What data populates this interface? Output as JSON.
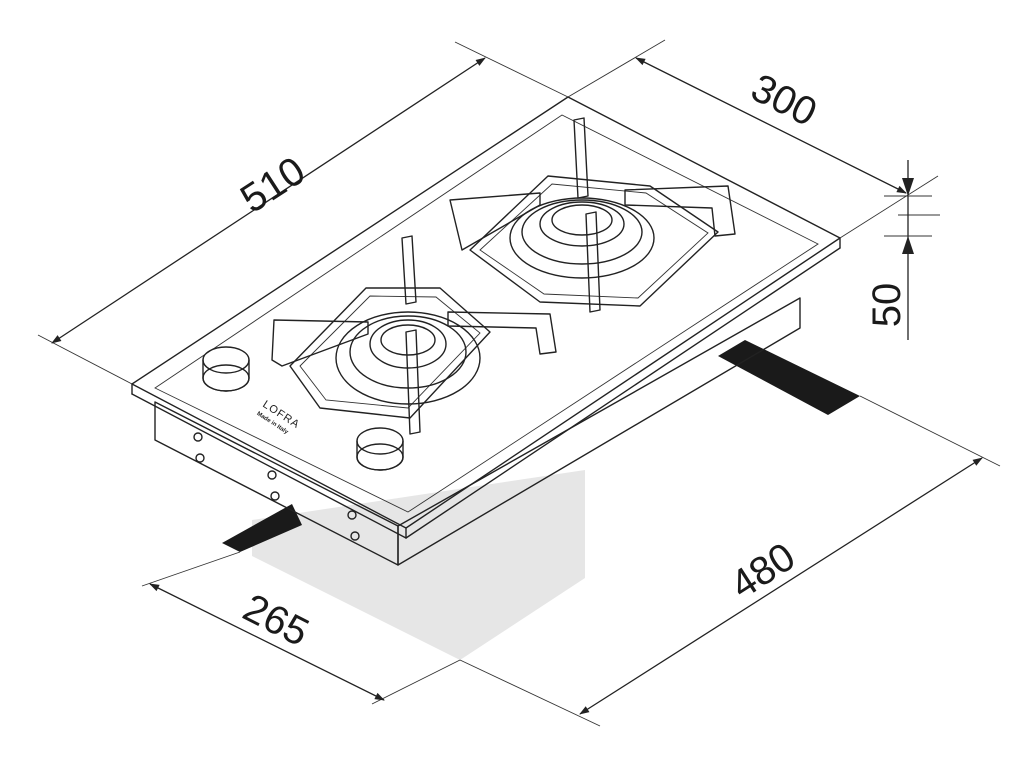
{
  "dimensions": {
    "depth_top": "510",
    "width_top": "300",
    "height_side": "50",
    "cutout_depth": "480",
    "cutout_width": "265"
  },
  "brand": {
    "name": "LOFRA",
    "origin": "Made in Italy"
  },
  "colors": {
    "line": "#222222",
    "cutout_fill": "#e6e6e6",
    "support_fill": "#1a1a1a"
  }
}
